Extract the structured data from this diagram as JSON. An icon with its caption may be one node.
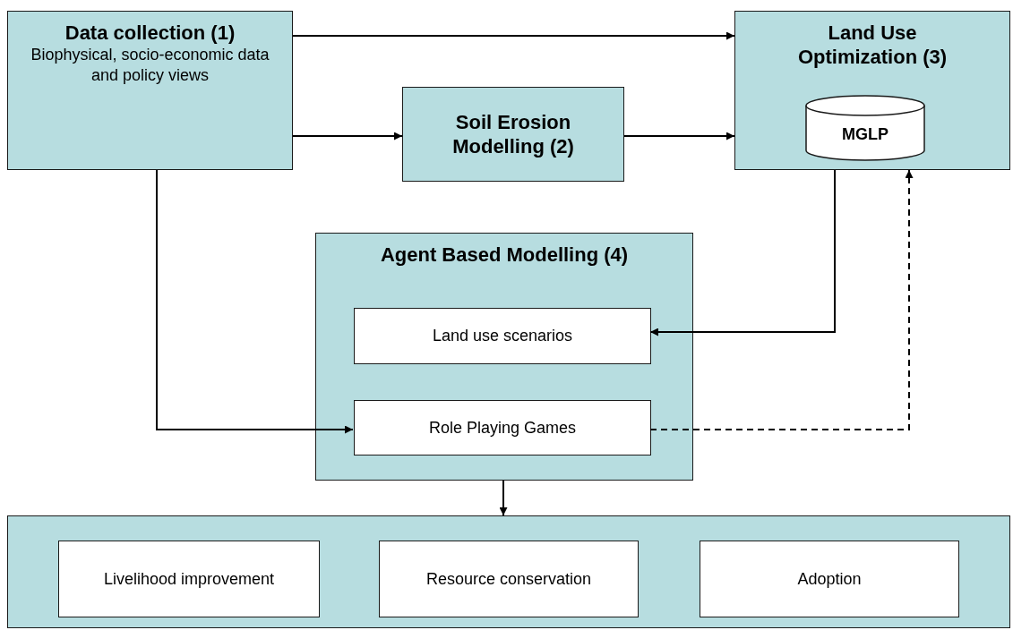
{
  "diagram": {
    "nodes": [
      {
        "text": [
          "Data collection (1)",
          "Biophysical, socio-economic data and policy views"
        ]
      },
      {
        "text": [
          "Soil Erosion Modelling (2)"
        ]
      },
      {
        "text": [
          "Land Use Optimization (3)"
        ]
      },
      {
        "text": [
          "MGLP"
        ],
        "in": 2
      },
      {
        "text": [
          "Agent Based Modelling (4)"
        ]
      },
      {
        "text": [
          "Land use scenarios"
        ],
        "in": 4
      },
      {
        "text": [
          "Role Playing Games"
        ],
        "in": 4
      },
      {
        "text": [],
        "shape": "box"
      },
      {
        "text": [
          "Livelihood improvement"
        ],
        "in": 7
      },
      {
        "text": [
          "Resource conservation"
        ],
        "in": 7
      },
      {
        "text": [
          "Adoption"
        ],
        "in": 7
      }
    ],
    "edges": [
      {
        "from": 0,
        "to": 2,
        "arrow": "to"
      },
      {
        "from": 0,
        "to": 1,
        "arrow": "to"
      },
      {
        "from": 1,
        "to": 2,
        "arrow": "to"
      },
      {
        "from": 2,
        "to": 5,
        "arrow": "to"
      },
      {
        "from": 0,
        "to": 6,
        "arrow": "to"
      },
      {
        "from": 6,
        "to": 2,
        "arrow": "to",
        "style": "dashed"
      },
      {
        "from": 4,
        "to": 7,
        "arrow": "to"
      }
    ]
  }
}
